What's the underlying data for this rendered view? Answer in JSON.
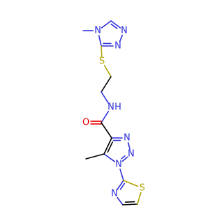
{
  "molecule": {
    "atom_labels": [
      {
        "id": "n_methyl_triazole",
        "text": "N",
        "color": "#2d2fd9"
      },
      {
        "id": "n_triazole_top",
        "text": "N",
        "color": "#2d2fd9"
      },
      {
        "id": "n_triazole_right",
        "text": "N",
        "color": "#2d2fd9"
      },
      {
        "id": "s_thioether",
        "text": "S",
        "color": "#b0a000"
      },
      {
        "id": "nh_amide",
        "text": "N",
        "color": "#2d2fd9"
      },
      {
        "id": "h_amide",
        "text": "H",
        "color": "#2d2fd9"
      },
      {
        "id": "o_carbonyl",
        "text": "O",
        "color": "#e80000"
      },
      {
        "id": "n_triazole2_a",
        "text": "N",
        "color": "#2d2fd9"
      },
      {
        "id": "n_triazole2_b",
        "text": "N",
        "color": "#2d2fd9"
      },
      {
        "id": "n_triazole2_c",
        "text": "N",
        "color": "#2d2fd9"
      },
      {
        "id": "n_thiazole",
        "text": "N",
        "color": "#2d2fd9"
      },
      {
        "id": "s_thiazole",
        "text": "S",
        "color": "#b0a000"
      }
    ]
  }
}
